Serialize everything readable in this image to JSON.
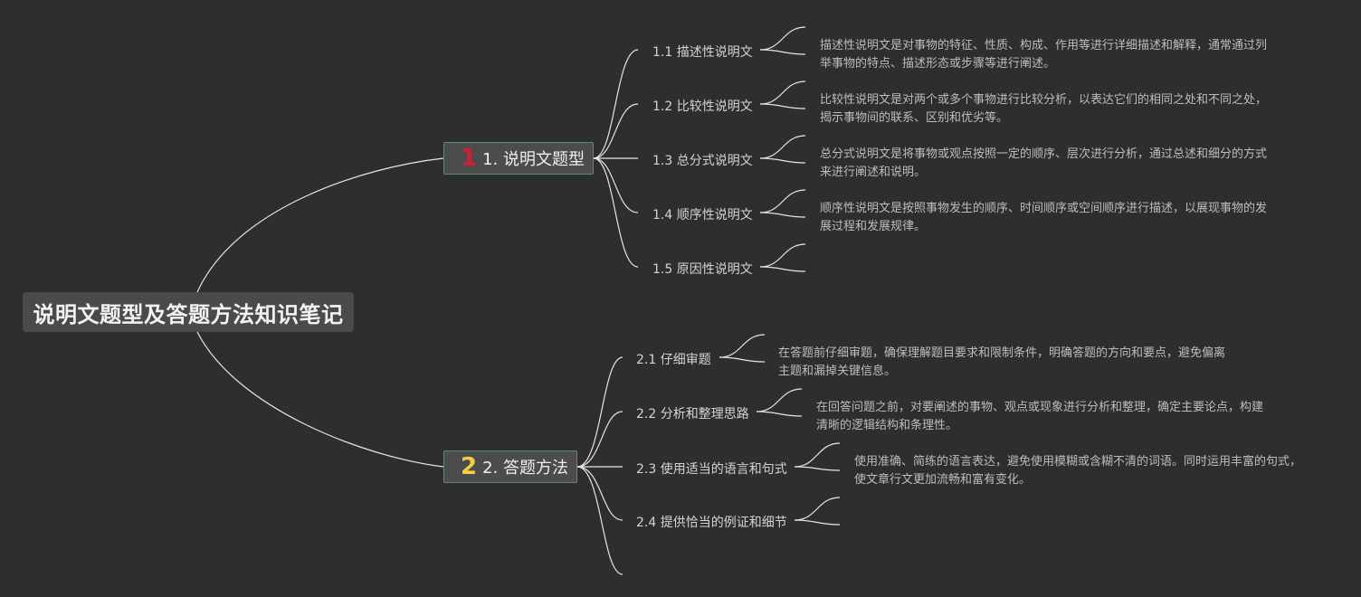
{
  "root": {
    "title": "说明文题型及答题方法知识笔记"
  },
  "branches": [
    {
      "badge": "1",
      "badge_color": "#c8213a",
      "label": "1. 说明文题型",
      "items": [
        {
          "label": "1.1 描述性说明文",
          "note": "描述性说明文是对事物的特征、性质、构成、作用等进行详细描述和解释，通常通过列举事物的特点、描述形态或步骤等进行阐述。"
        },
        {
          "label": "1.2 比较性说明文",
          "note": "比较性说明文是对两个或多个事物进行比较分析，以表达它们的相同之处和不同之处，揭示事物间的联系、区别和优劣等。"
        },
        {
          "label": "1.3 总分式说明文",
          "note": "总分式说明文是将事物或观点按照一定的顺序、层次进行分析，通过总述和细分的方式来进行阐述和说明。"
        },
        {
          "label": "1.4 顺序性说明文",
          "note": "顺序性说明文是按照事物发生的顺序、时间顺序或空间顺序进行描述，以展现事物的发展过程和发展规律。"
        },
        {
          "label": "1.5 原因性说明文",
          "note": ""
        }
      ]
    },
    {
      "badge": "2",
      "badge_color": "#f2cf3c",
      "label": "2. 答题方法",
      "items": [
        {
          "label": "2.1 仔细审题",
          "note": "在答题前仔细审题，确保理解题目要求和限制条件，明确答题的方向和要点，避免偏离主题和漏掉关键信息。"
        },
        {
          "label": "2.2 分析和整理思路",
          "note": "在回答问题之前，对要阐述的事物、观点或现象进行分析和整理，确定主要论点，构建清晰的逻辑结构和条理性。"
        },
        {
          "label": "2.3 使用适当的语言和句式",
          "note": "使用准确、简练的语言表达，避免使用模糊或含糊不清的词语。同时运用丰富的句式，使文章行文更加流畅和富有变化。"
        },
        {
          "label": "2.4 提供恰当的例证和细节",
          "note": ""
        }
      ]
    }
  ]
}
